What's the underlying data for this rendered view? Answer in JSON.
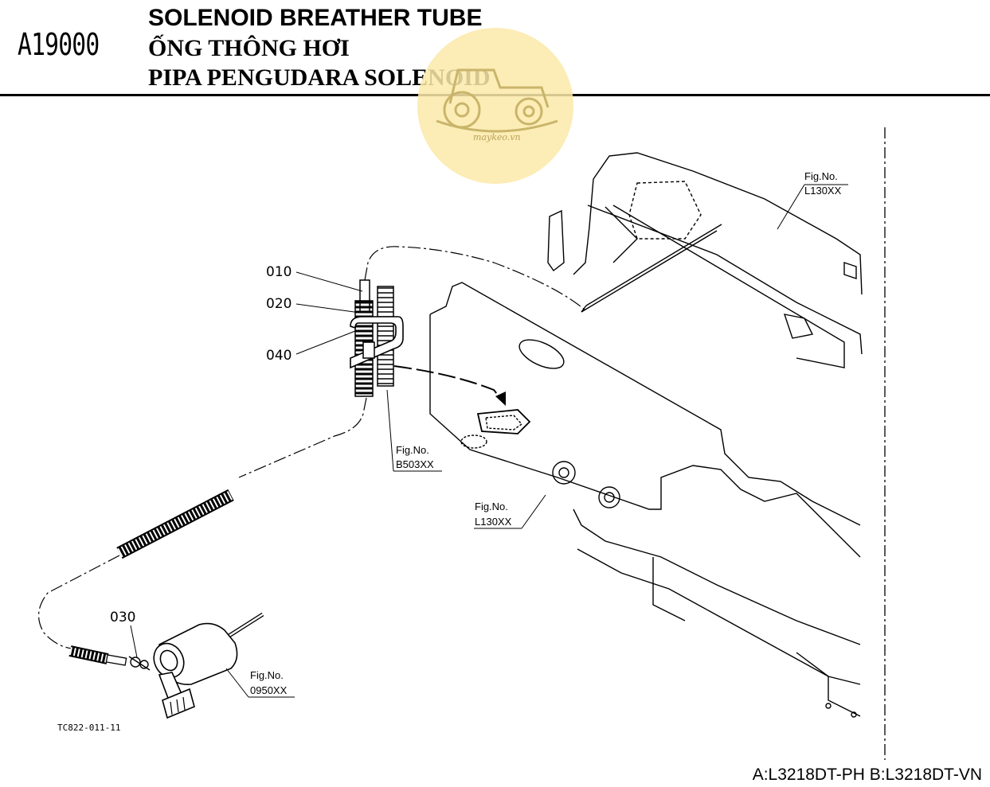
{
  "header": {
    "code": "A19000",
    "title_en": "SOLENOID BREATHER TUBE",
    "title_vi": "ỐNG THÔNG HƠI",
    "title_ms": "PIPA PENGUDARA SOLENOID"
  },
  "watermark": {
    "text": "maykeo.vn",
    "color": "#fbe9a8"
  },
  "callouts": {
    "p010": "010",
    "p020": "020",
    "p030": "030",
    "p040": "040"
  },
  "figrefs": {
    "fig_label": "Fig.No.",
    "top_right": "L130XX",
    "middle": "L130XX",
    "bracket": "B503XX",
    "solenoid": "0950XX"
  },
  "drawing_code": "TC822-011-11",
  "footer": {
    "models": "A:L3218DT-PH B:L3218DT-VN"
  }
}
